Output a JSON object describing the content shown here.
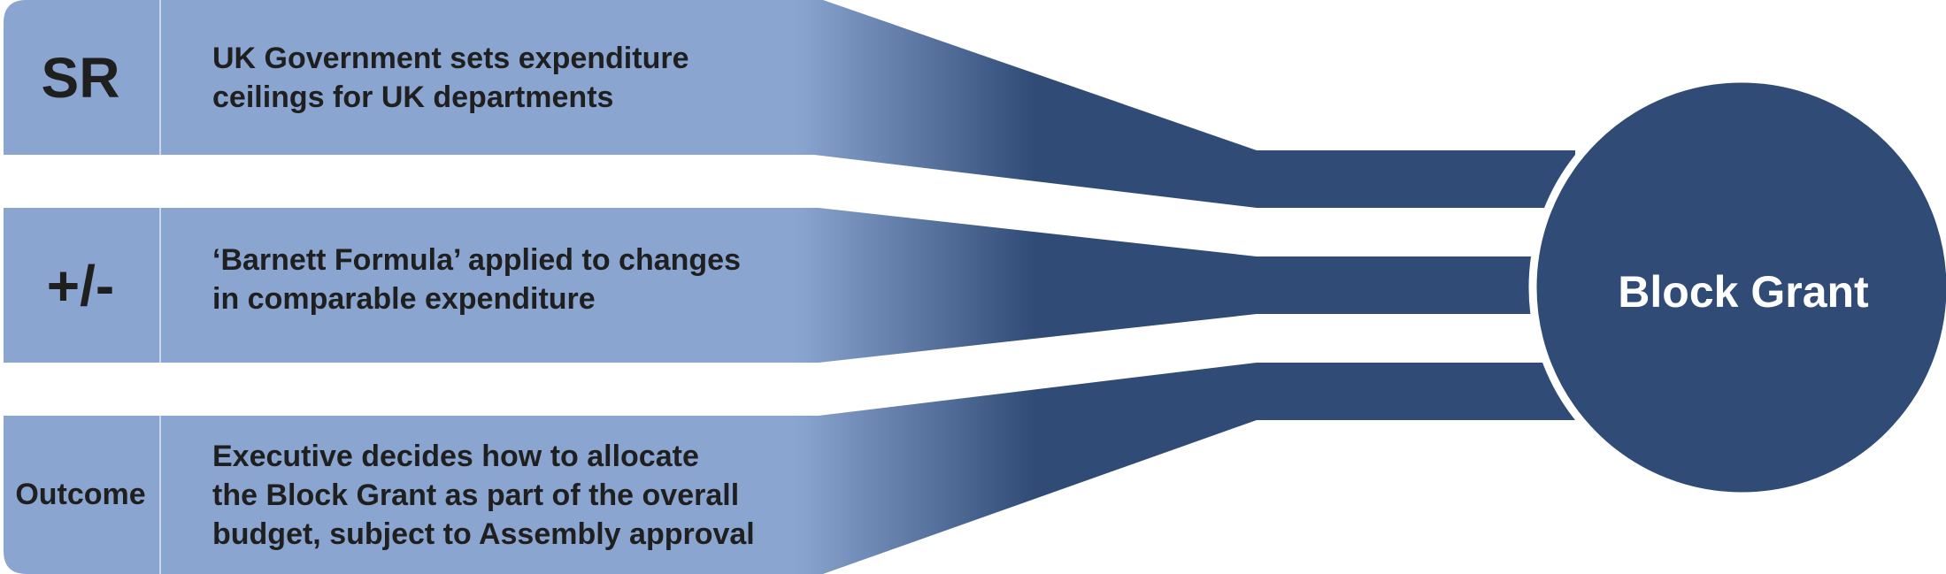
{
  "rows": [
    {
      "code": "SR",
      "lines": [
        "UK Government sets expenditure",
        "ceilings for UK departments"
      ]
    },
    {
      "code": "+/-",
      "lines": [
        "‘Barnett Formula’ applied to changes",
        "in comparable expenditure"
      ]
    },
    {
      "code": "Outcome",
      "lines": [
        "Executive decides how to allocate",
        "the Block Grant as part of the overall",
        "budget, subject to Assembly approval"
      ]
    }
  ],
  "target": {
    "label": "Block Grant"
  },
  "colors": {
    "light": "#8ba5d1",
    "dark": "#2f4b76",
    "text": "#1f1f1f",
    "circle_text": "#ffffff"
  }
}
